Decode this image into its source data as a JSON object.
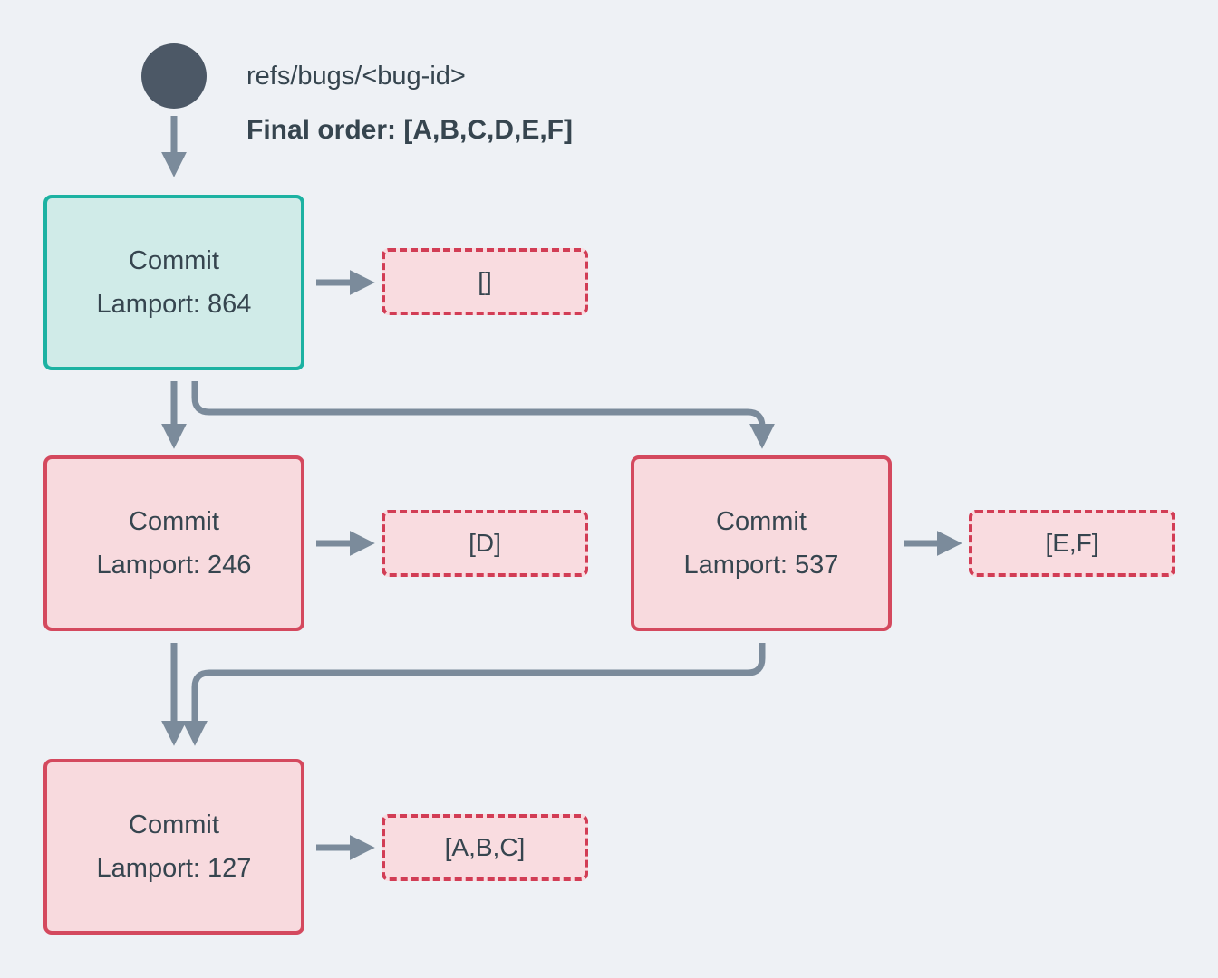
{
  "header": {
    "ref_label": "refs/bugs/<bug-id>",
    "final_order_label": "Final order: [A,B,C,D,E,F]"
  },
  "nodes": [
    {
      "id": "commit-864",
      "title": "Commit",
      "subtitle": "Lamport: 864",
      "variant": "teal"
    },
    {
      "id": "commit-246",
      "title": "Commit",
      "subtitle": "Lamport: 246",
      "variant": "red"
    },
    {
      "id": "commit-537",
      "title": "Commit",
      "subtitle": "Lamport: 537",
      "variant": "red"
    },
    {
      "id": "commit-127",
      "title": "Commit",
      "subtitle": "Lamport: 127",
      "variant": "red"
    }
  ],
  "op_lists": [
    {
      "id": "ops-864",
      "label": "[]"
    },
    {
      "id": "ops-246",
      "label": "[D]"
    },
    {
      "id": "ops-537",
      "label": "[E,F]"
    },
    {
      "id": "ops-127",
      "label": "[A,B,C]"
    }
  ],
  "colors": {
    "background": "#eef1f5",
    "text": "#36454f",
    "ref_circle": "#4c5866",
    "arrow": "#7b8b9b",
    "node_teal_border": "#1cb2a2",
    "node_teal_fill": "#d0ebe8",
    "node_red_border": "#d4495e",
    "node_red_fill": "#f8dade",
    "dashed_border": "#d23d55",
    "dashed_fill": "#f9dce0"
  }
}
